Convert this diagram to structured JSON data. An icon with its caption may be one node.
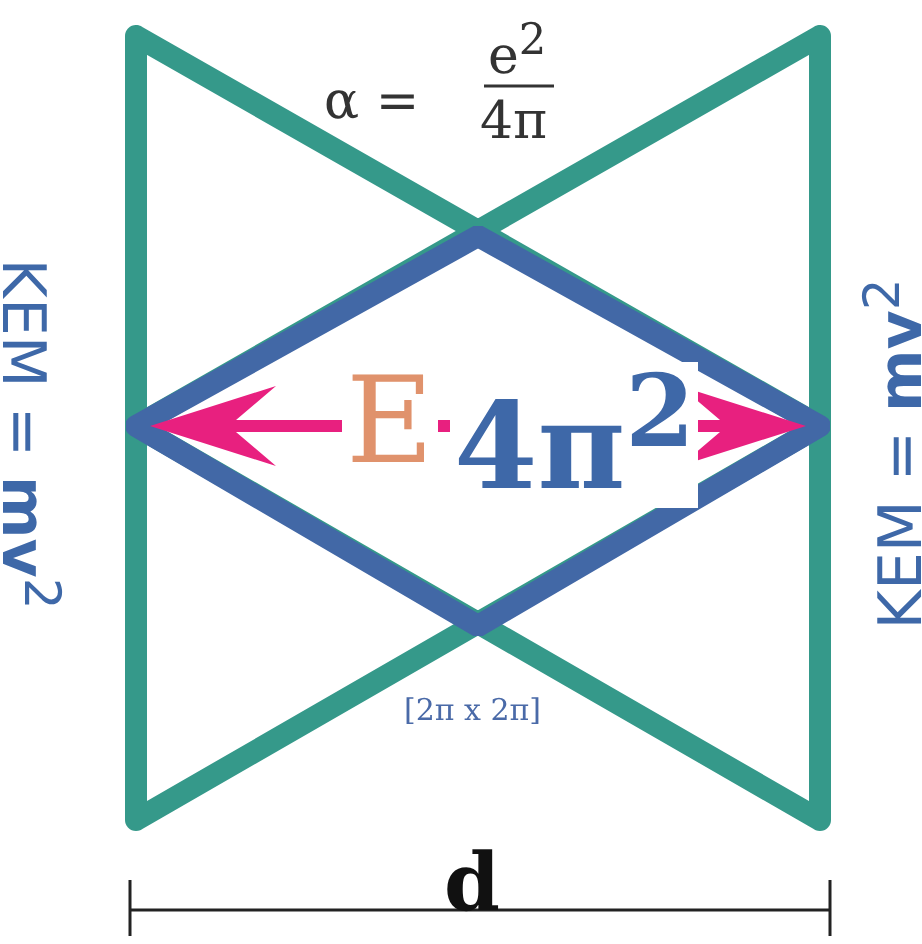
{
  "diagram": {
    "nodes": [
      {
        "text": [
          "E",
          "4π$^{2}$"
        ]
      }
    ],
    "labels": [
      "α =",
      "e$^{2}$",
      "4π",
      "KEM = **mv**$^{2}$",
      "KEM = **mv**$^{2}$",
      "[2π x 2π]",
      "d"
    ]
  }
}
